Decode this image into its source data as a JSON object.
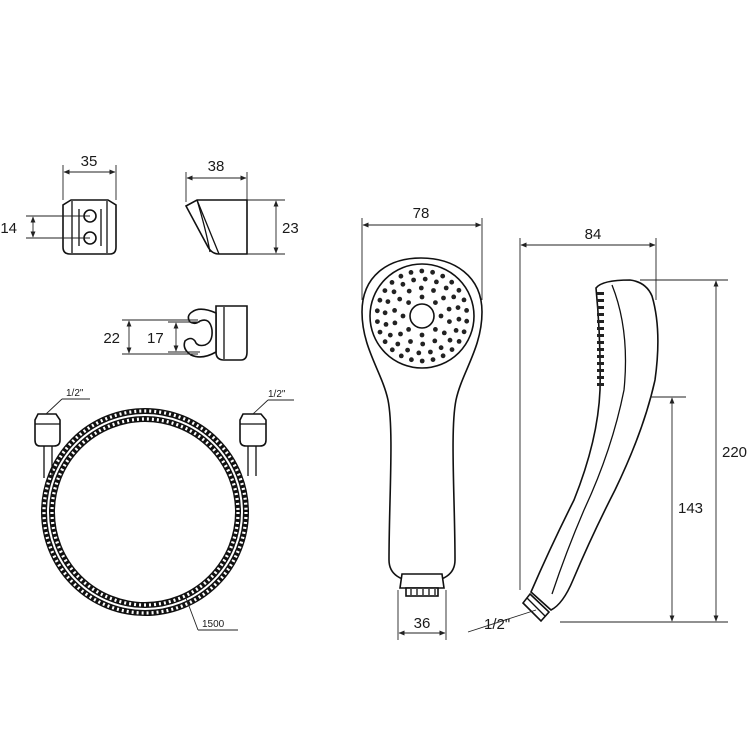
{
  "dimensions": {
    "holder_a_width": "35",
    "holder_a_hole_spacing": "14",
    "holder_b_width": "38",
    "holder_b_height": "23",
    "holder_c_height": "22",
    "holder_c_opening": "17",
    "hose_left_thread": "1/2\"",
    "hose_right_thread": "1/2\"",
    "hose_length": "1500",
    "head_diameter": "78",
    "head_connector": "36",
    "side_width": "84",
    "side_height_total": "220",
    "side_height_handle": "143",
    "side_thread": "1/2\""
  },
  "colors": {
    "line": "#111111",
    "background": "#ffffff"
  }
}
